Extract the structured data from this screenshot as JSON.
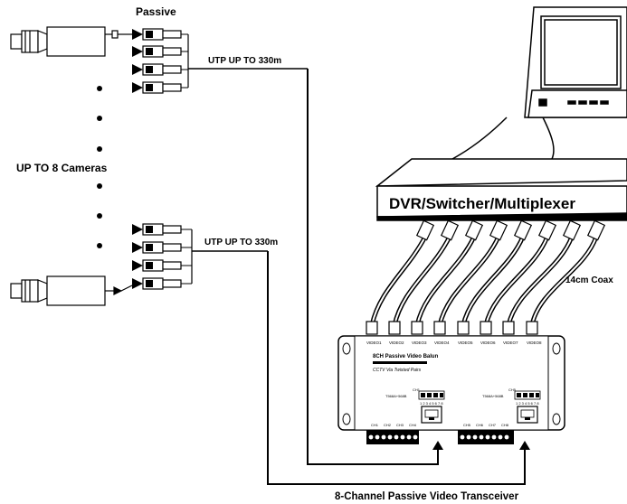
{
  "labels": {
    "passive": "Passive",
    "utp_top": "UTP UP TO 330m",
    "utp_bottom": "UTP UP TO 330m",
    "cameras": "UP TO 8 Cameras",
    "dvr": "DVR/Switcher/Multiplexer",
    "coax": "14cm Coax",
    "caption": "8-Channel Passive Video Transceiver"
  },
  "panel": {
    "title": "8CH Passive Video Balun",
    "subtitle": "CCTV Via Twisted Pairs",
    "video_ports": [
      "VIDEO1",
      "VIDEO2",
      "VIDEO3",
      "VIDEO4",
      "VIDEO5",
      "VIDEO6",
      "VIDEO7",
      "VIDEO8"
    ],
    "rj45_left_label": "T568A+568B",
    "rj45_right_label": "T568A+568B",
    "switch_left": "CH1",
    "switch_right": "CH5",
    "switch_numbers": "1 2 3 4 5 6 7 8",
    "ch_labels": [
      "CH1",
      "CH2",
      "CH3",
      "CH4",
      "CH5",
      "CH6",
      "CH7",
      "CH8"
    ]
  },
  "colors": {
    "line": "#000000",
    "background": "#ffffff"
  },
  "icons": {
    "camera": "cctv-camera-icon",
    "balun": "bnc-balun-icon",
    "monitor": "monitor-icon",
    "dvr": "dvr-box-icon"
  }
}
